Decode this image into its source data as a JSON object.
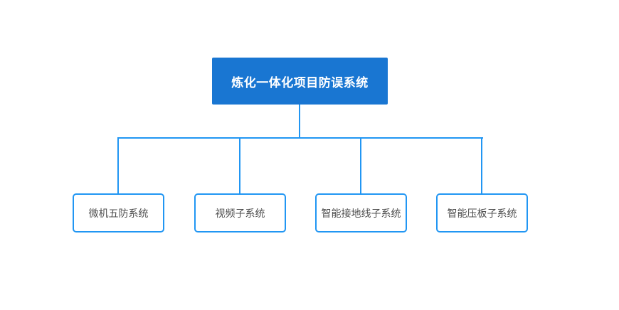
{
  "diagram": {
    "root": {
      "label": "炼化一体化项目防误系统"
    },
    "children": [
      {
        "label": "微机五防系统"
      },
      {
        "label": "视频子系统"
      },
      {
        "label": "智能接地线子系统"
      },
      {
        "label": "智能压板子系统"
      }
    ]
  },
  "colors": {
    "root_fill": "#1976d2",
    "root_text": "#ffffff",
    "connector": "#2196f3",
    "child_border": "#2196f3",
    "child_fill": "#ffffff",
    "child_text": "#4d4d4d",
    "canvas_bg": "#ffffff"
  }
}
